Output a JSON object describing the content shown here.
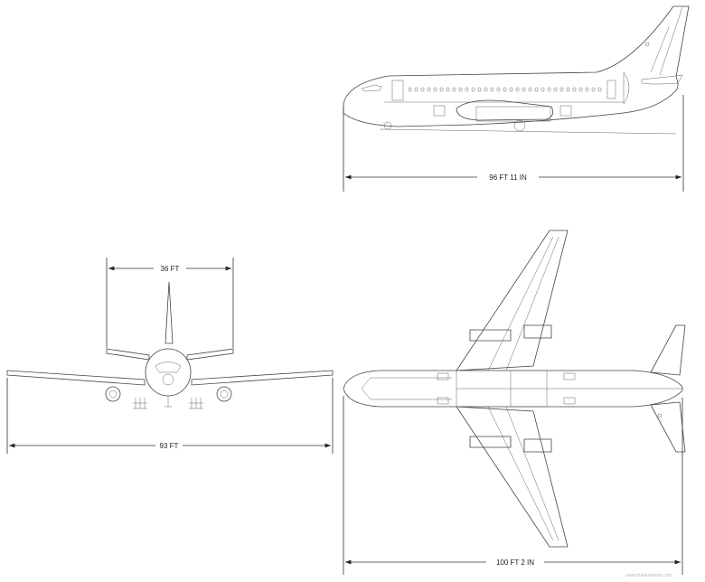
{
  "dimensions": {
    "side_length": "96 FT 11 IN",
    "tail_span": "36 FT",
    "wing_span": "93 FT",
    "top_length": "100 FT 2 IN"
  },
  "watermark": "www.theblueprints.com"
}
